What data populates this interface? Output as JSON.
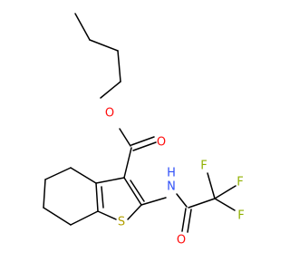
{
  "colors": {
    "bond": "#000000",
    "oxygen": "#ff0d0d",
    "nitrogen": "#3050f8",
    "sulfur": "#b29f00",
    "fluorine": "#90b000"
  },
  "atoms": {
    "ester_o": "O",
    "carbonyl_o": "O",
    "nh": "H",
    "n": "N",
    "s": "S",
    "amide_o": "O",
    "f1": "F",
    "f2": "F",
    "f3": "F"
  }
}
